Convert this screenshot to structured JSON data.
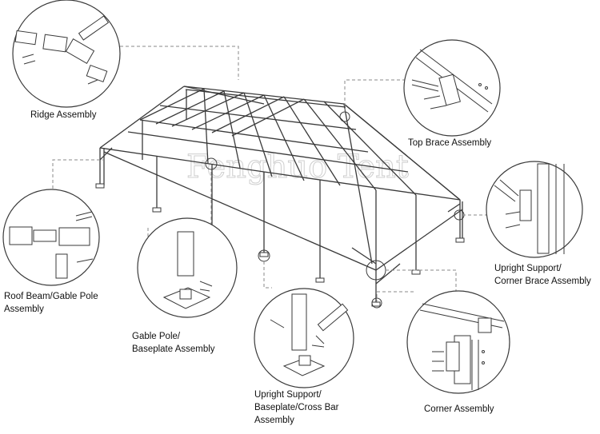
{
  "labels": {
    "ridge": "Ridge Assembly",
    "top_brace": "Top Brace Assembly",
    "roof_beam_line1": "Roof Beam/Gable Pole",
    "roof_beam_line2": "Assembly",
    "upright_corner_line1": "Upright Support/",
    "upright_corner_line2": "Corner Brace Assembly",
    "gable_base_line1": "Gable Pole/",
    "gable_base_line2": "Baseplate Assembly",
    "upright_base_line1": "Upright Support/",
    "upright_base_line2": "Baseplate/Cross Bar",
    "upright_base_line3": "Assembly",
    "corner": "Corner Assembly"
  },
  "watermark": {
    "text": "Fenghuo Tent"
  },
  "colors": {
    "line": "#3a3a3a",
    "leader": "#888888",
    "watermark": "#c8c8c8",
    "background": "#ffffff"
  }
}
